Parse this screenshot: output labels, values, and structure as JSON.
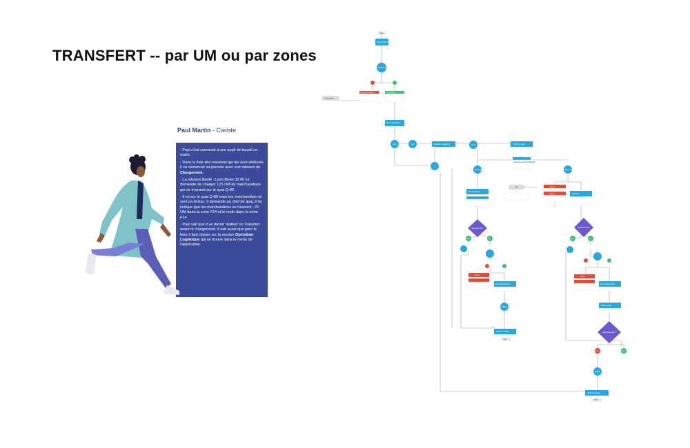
{
  "title": "TRANSFERT -- par UM ou par zones",
  "persona": {
    "name": "Paul Martin",
    "role": "Cariste",
    "paragraphs": [
      {
        "pre": "- Paul s'est connecté à son appli de travail ce matin.",
        "bold": "",
        "post": ""
      },
      {
        "pre": "- Dans la liste des missions qui les sont attribués il va comencer sa journée avec une mission de ",
        "bold": "Chargement",
        "post": "."
      },
      {
        "pre": "- La mission libellé : Lyon-Brest 05:45 lui demande de charger 125 UM de marchandises qui se trouvent sur le quai Q-89",
        "bold": "",
        "post": ""
      },
      {
        "pre": "- Il va sur le quai Q-89 mais les marchandise ne sont pa là-bas. Il demande au chef de quai, Il lui indique que les marchundises se trouvent : 25 UM dans la zone F54 et le reste dans la zone F14",
        "bold": "",
        "post": ""
      },
      {
        "pre": "- Paul sait que il va devoir réaliser un Transfert avant le chargement. Il sait aussi que pour le faire il faut cliquer sur la section ",
        "bold": "Opération Logistique",
        "post": " qui se trouve dans le menu de l'application"
      }
    ]
  },
  "colors": {
    "blue": "#29a8e0",
    "red": "#e04b3a",
    "green": "#38c172",
    "purple": "#6a5acd",
    "grey": "#e6e6e6",
    "card": "#3b4a9a"
  },
  "flow": {
    "start": "Start",
    "n1": "Start Transaction",
    "d1": "Connexion",
    "r1": "Connexion failed",
    "g1": "Connexion",
    "pill1": "Connexion",
    "b2": "Menu Opérations",
    "c2": "Scan",
    "c3": "Scan",
    "b3": "Opération Logistique",
    "c4": "Zone",
    "b4": "Transfert page",
    "t1": "Scanner les UM à transférer",
    "c5": "UM Scan",
    "c6": "Zone Scan",
    "b5": "Identifier Zone",
    "b6": "UM Scan",
    "pill2": "UM",
    "r2": "Erreur",
    "r3": "Erreur",
    "d2": "Supprimer UM",
    "d3": "Supprimer UM",
    "c7": "Non",
    "c8": "Oui",
    "c9": "Non",
    "c10": "Oui",
    "r4": "Erreur",
    "r5": "Erreur",
    "g2": "Zone sélectionnée",
    "g3": "Zone sélectionnée",
    "c11": "Valider",
    "b7": "Transfert réalisé",
    "end1": "Start",
    "b8": "Valider page",
    "d4": "Valider transfert ?",
    "c12": "Non",
    "c13": "Oui",
    "c14": "Valider",
    "b9": "Transfert réalisé",
    "end2": "Start"
  }
}
